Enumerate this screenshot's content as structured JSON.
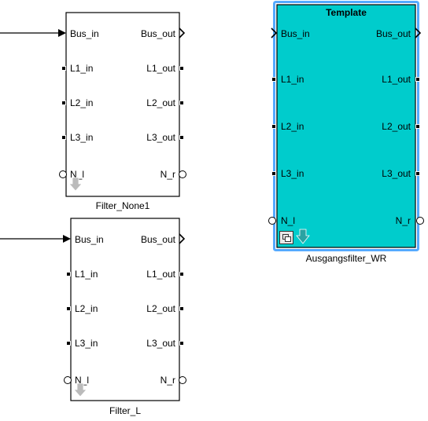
{
  "blocks": [
    {
      "name": "Filter_None1",
      "masked": false,
      "title": "",
      "ports_left": [
        "Bus_in",
        "L1_in",
        "L2_in",
        "L3_in",
        "N_l"
      ],
      "ports_right": [
        "Bus_out",
        "L1_out",
        "L2_out",
        "L3_out",
        "N_r"
      ]
    },
    {
      "name": "Filter_L",
      "masked": false,
      "title": "",
      "ports_left": [
        "Bus_in",
        "L1_in",
        "L2_in",
        "L3_in",
        "N_l"
      ],
      "ports_right": [
        "Bus_out",
        "L1_out",
        "L2_out",
        "L3_out",
        "N_r"
      ]
    },
    {
      "name": "Ausgangsfilter_WR",
      "masked": true,
      "title": "Template",
      "ports_left": [
        "Bus_in",
        "L1_in",
        "L2_in",
        "L3_in",
        "N_l"
      ],
      "ports_right": [
        "Bus_out",
        "L1_out",
        "L2_out",
        "L3_out",
        "N_r"
      ]
    }
  ],
  "colors": {
    "masked_block_fill": "#00cccc",
    "selection_outline": "#55aaff",
    "arrow_icon_gray": "#bbbbbb",
    "arrow_icon_teal": "#2aa3a3"
  },
  "icons": {
    "down_arrow": "down-arrow-icon",
    "subsystem_link": "subsystem-link-icon"
  }
}
